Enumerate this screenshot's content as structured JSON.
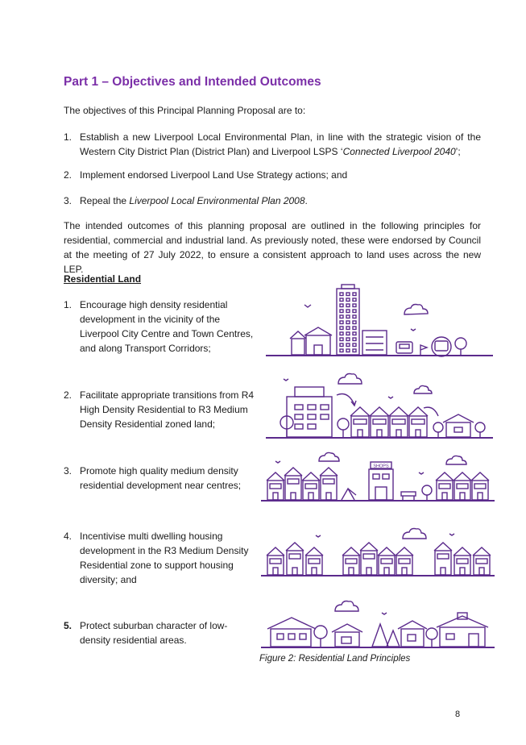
{
  "heading": "Part 1 – Objectives and Intended Outcomes",
  "intro": "The objectives of this Principal Planning Proposal are to:",
  "objectives": [
    {
      "num": "1.",
      "text_a": "Establish a new Liverpool Local Environmental Plan, in line with the strategic vision of the Western City District Plan (District Plan) and Liverpool LSPS ‘",
      "text_i": "Connected Liverpool 2040",
      "text_b": "’;"
    },
    {
      "num": "2.",
      "text": "Implement endorsed Liverpool Land Use Strategy actions; and"
    },
    {
      "num": "3.",
      "text_a": "Repeal the ",
      "text_i": "Liverpool Local Environmental Plan 2008",
      "text_b": "."
    }
  ],
  "outcomes_paragraph": "The intended outcomes of this planning proposal are outlined in the following principles for residential, commercial and industrial land. As previously noted, these were endorsed by Council at the meeting of 27 July 2022, to ensure a consistent approach to land uses across the new LEP.",
  "residential_heading": "Residential Land",
  "principles": [
    {
      "num": "1.",
      "text": "Encourage high density residential development in the vicinity of the Liverpool City Centre and Town Centres, and along Transport Corridors;"
    },
    {
      "num": "2.",
      "text": "Facilitate appropriate transitions from R4 High Density Residential to R3 Medium Density Residential zoned land;"
    },
    {
      "num": "3.",
      "text": "Promote high quality medium density residential development near centres;"
    },
    {
      "num": "4.",
      "text": "Incentivise multi dwelling housing development in the R3 Medium Density Residential zone to support housing diversity; and"
    },
    {
      "num": "5.",
      "text": "Protect suburban character of low-density residential areas."
    }
  ],
  "illustration": {
    "shops_sign": "SHOPS",
    "line_color": "#5b2a8c"
  },
  "figure_caption": "Figure 2: Residential Land Principles",
  "page_number": "8",
  "colors": {
    "heading": "#7b2fa8",
    "text": "#1a1a1a"
  }
}
